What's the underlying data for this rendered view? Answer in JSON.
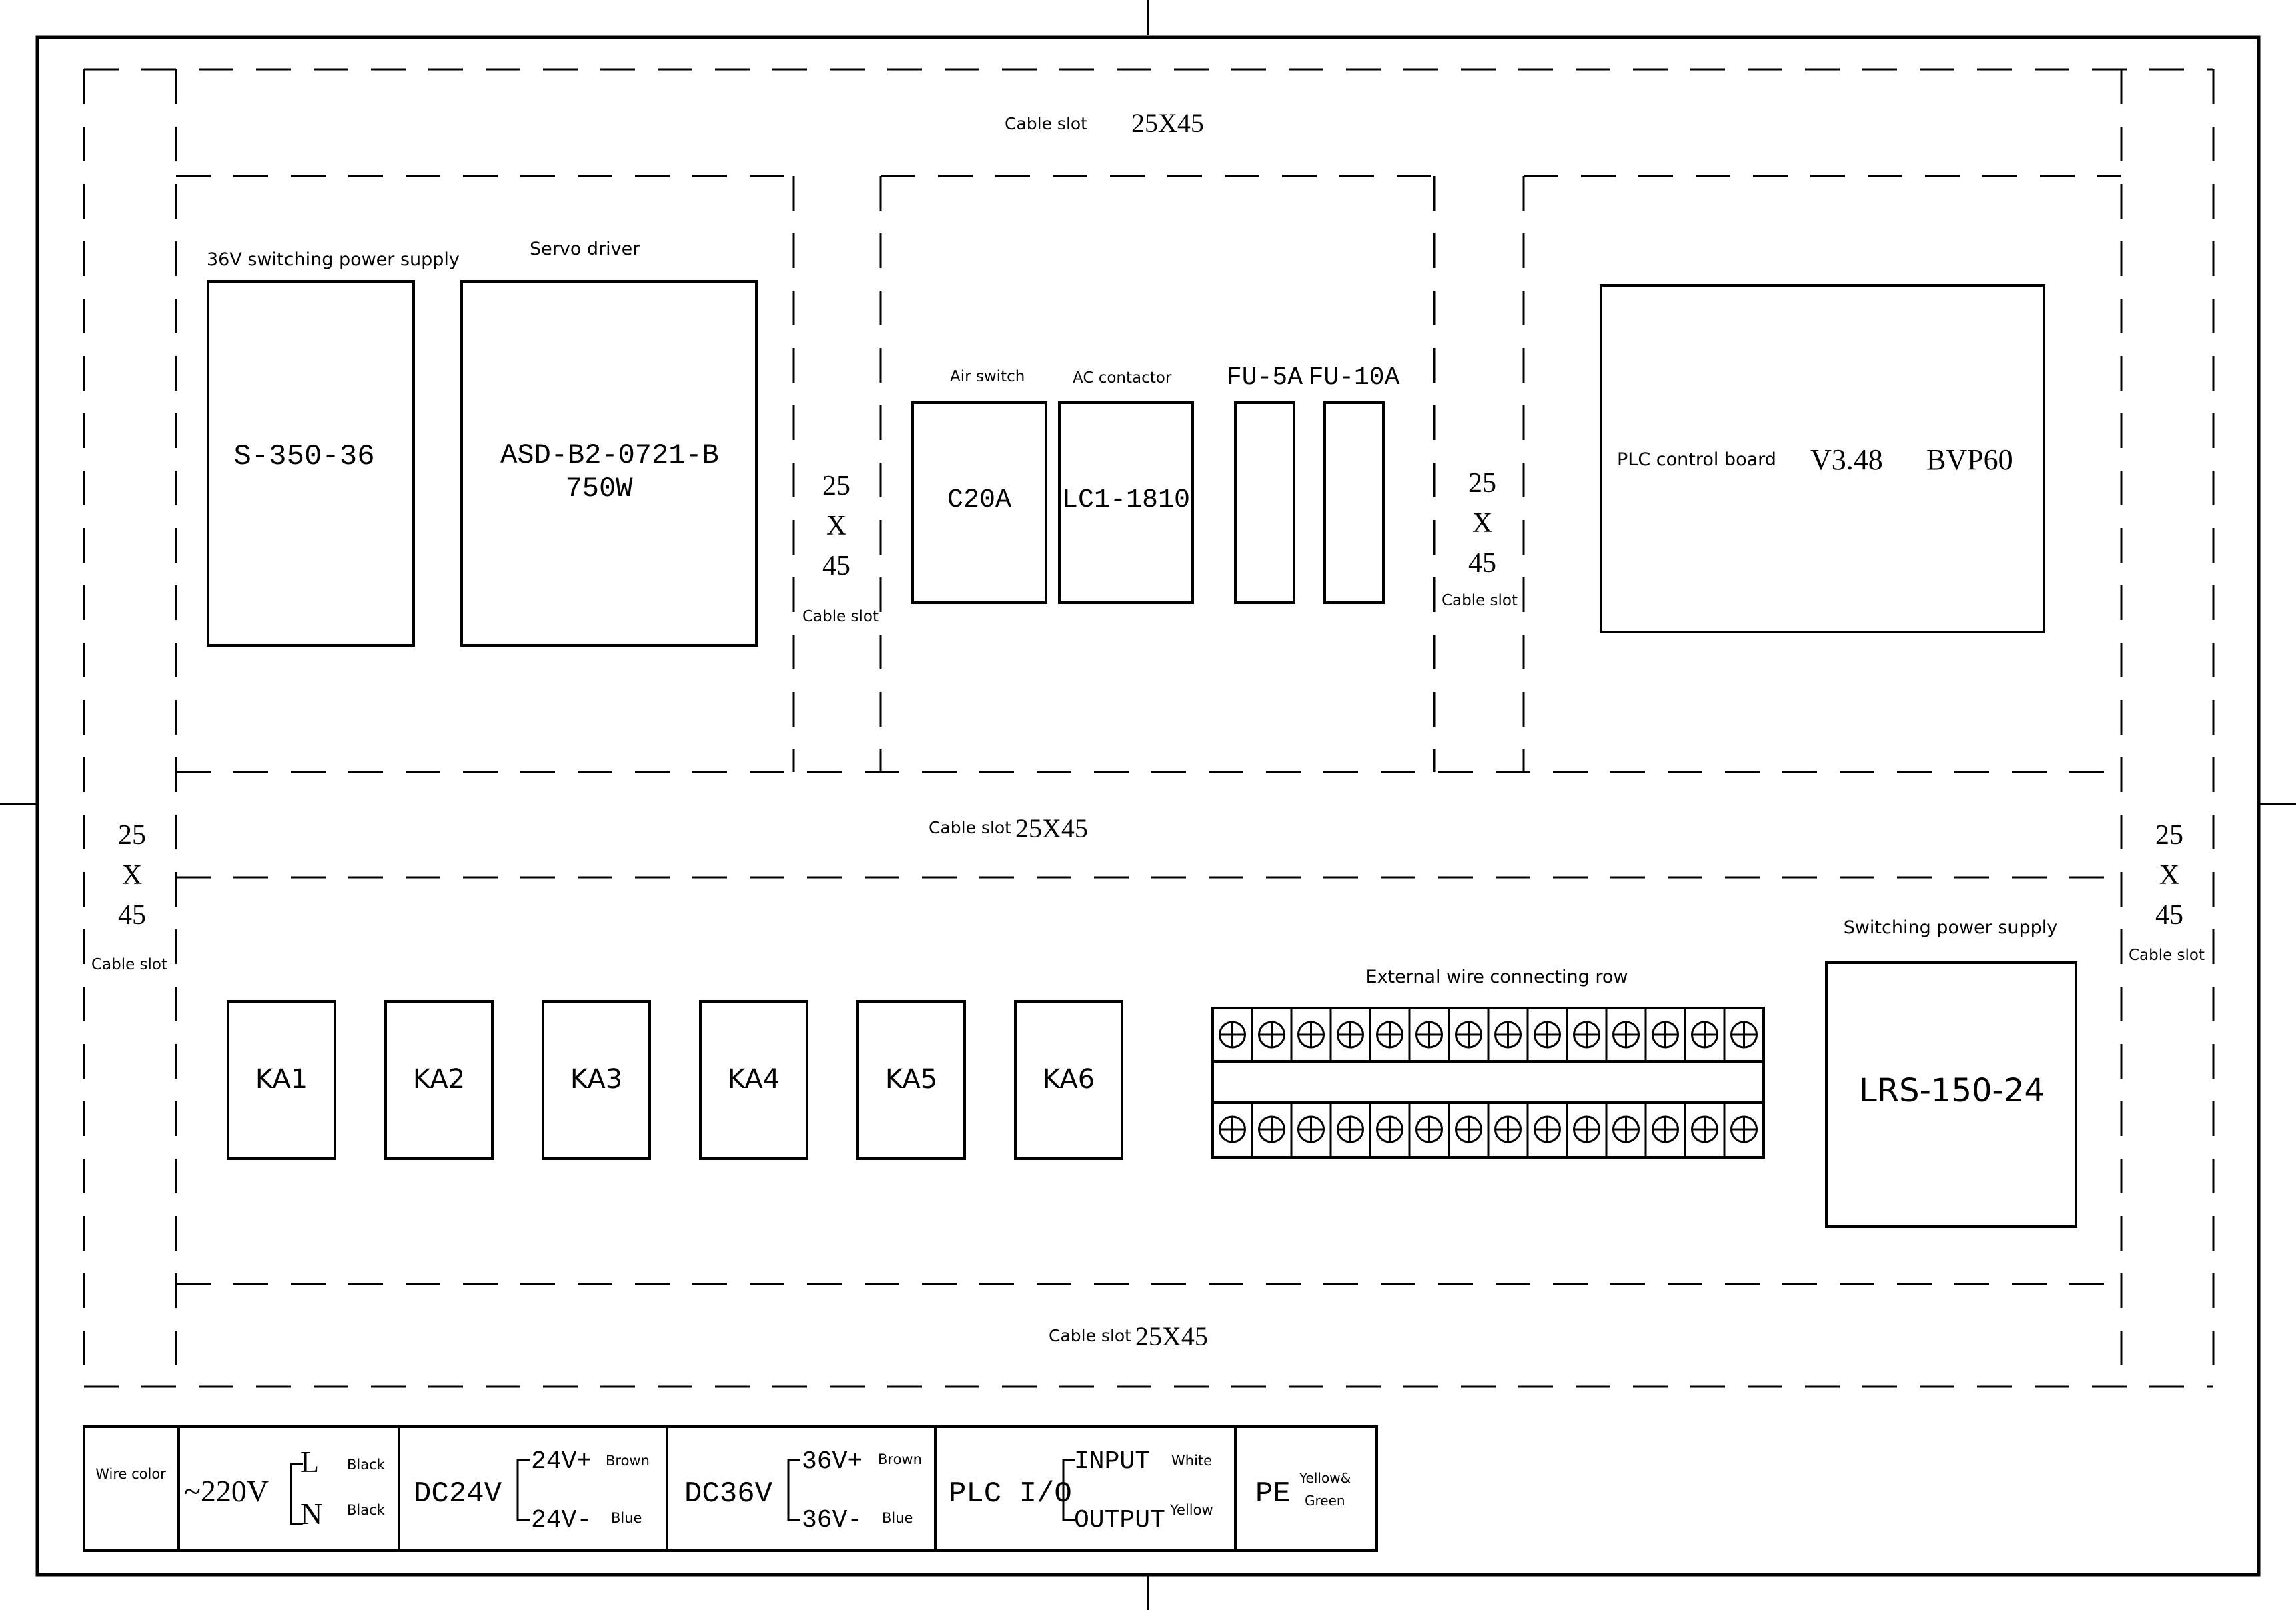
{
  "cable_slots": {
    "label": "Cable slot",
    "horizontal_size": "25X45",
    "vertical_size": [
      "25",
      "X",
      "45"
    ]
  },
  "upper_panel": {
    "psu36": {
      "title": "36V switching power supply",
      "model": "S-350-36"
    },
    "servo": {
      "title": "Servo driver",
      "model_line1": "ASD-B2-0721-B",
      "model_line2": "750W"
    },
    "air_switch": {
      "title": "Air switch",
      "model": "C20A"
    },
    "contactor": {
      "title": "AC contactor",
      "model": "LC1-1810"
    },
    "fuse1": {
      "title": "FU-5A"
    },
    "fuse2": {
      "title": "FU-10A"
    },
    "plc": {
      "title": "PLC control board",
      "version": "V3.48",
      "model": "BVP60"
    }
  },
  "lower_panel": {
    "relays": [
      "KA1",
      "KA2",
      "KA3",
      "KA4",
      "KA5",
      "KA6"
    ],
    "terminal_row": {
      "title": "External wire connecting row",
      "terminals_per_row": 14
    },
    "psu24": {
      "title": "Switching power supply",
      "model": "LRS-150-24"
    }
  },
  "wire_legend": {
    "header": "Wire color",
    "groups": [
      {
        "name": "~220V",
        "top_label": "L",
        "top_color": "Black",
        "bottom_label": "N",
        "bottom_color": "Black"
      },
      {
        "name": "DC24V",
        "top_label": "24V+",
        "top_color": "Brown",
        "bottom_label": "24V-",
        "bottom_color": "Blue"
      },
      {
        "name": "DC36V",
        "top_label": "36V+",
        "top_color": "Brown",
        "bottom_label": "36V-",
        "bottom_color": "Blue"
      },
      {
        "name": "PLC I/O",
        "top_label": "INPUT",
        "top_color": "White",
        "bottom_label": "OUTPUT",
        "bottom_color": "Yellow"
      }
    ],
    "pe": {
      "name": "PE",
      "color_line1": "Yellow&",
      "color_line2": "Green"
    }
  }
}
